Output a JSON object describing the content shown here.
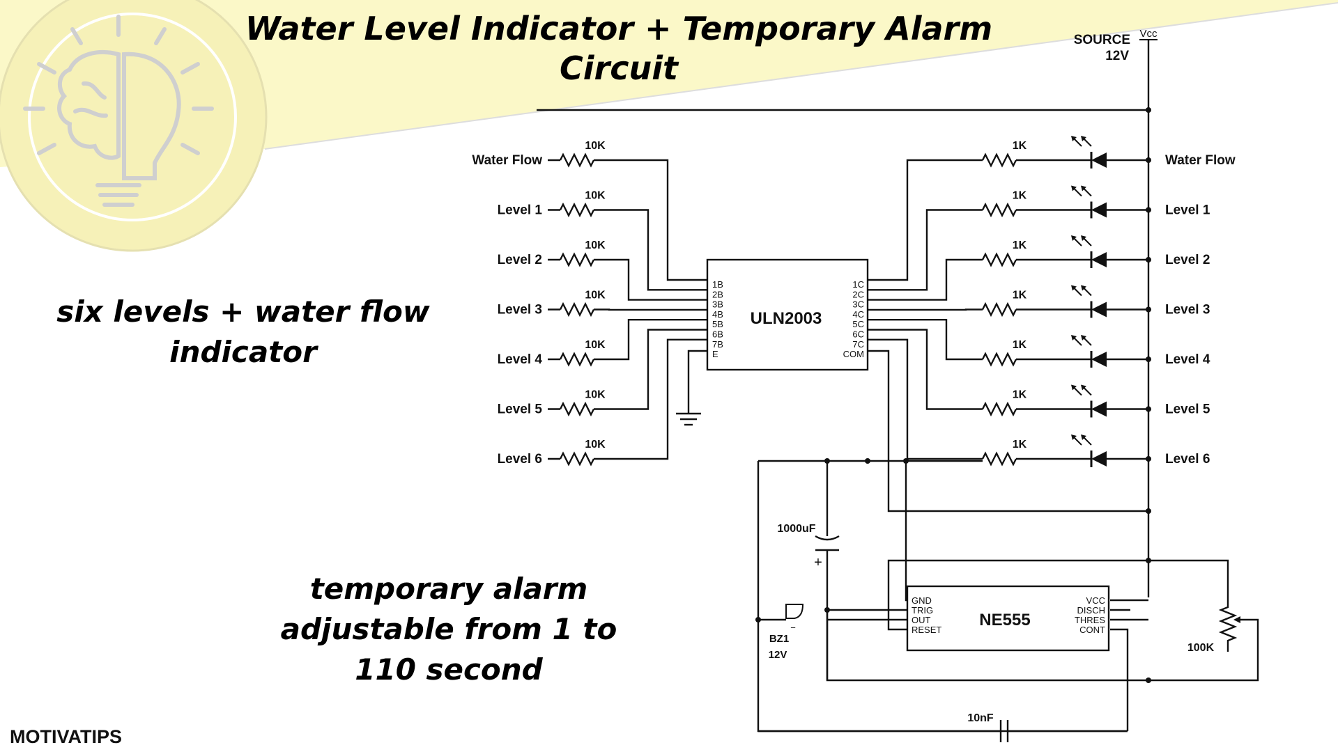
{
  "title": {
    "line1": "Water Level Indicator + Temporary Alarm",
    "line2": "Circuit"
  },
  "captions": {
    "levels_line1": "six levels + water flow",
    "levels_line2": "indicator",
    "alarm_line1": "temporary alarm",
    "alarm_line2": "adjustable from 1 to",
    "alarm_line3": "110 second"
  },
  "brand": "MOTIVATIPS",
  "source": {
    "label": "SOURCE",
    "voltage": "12V",
    "rail": "Vcc"
  },
  "uln2003": {
    "name": "ULN2003",
    "left_pins": [
      "1B",
      "2B",
      "3B",
      "4B",
      "5B",
      "6B",
      "7B",
      "E"
    ],
    "right_pins": [
      "1C",
      "2C",
      "3C",
      "4C",
      "5C",
      "6C",
      "7C",
      "COM"
    ]
  },
  "ne555": {
    "name": "NE555",
    "left_pins": [
      "GND",
      "TRIG",
      "OUT",
      "RESET"
    ],
    "right_pins": [
      "VCC",
      "DISCH",
      "THRES",
      "CONT"
    ]
  },
  "inputs": [
    {
      "label": "Water Flow",
      "resistor": "10K"
    },
    {
      "label": "Level 1",
      "resistor": "10K"
    },
    {
      "label": "Level 2",
      "resistor": "10K"
    },
    {
      "label": "Level 3",
      "resistor": "10K"
    },
    {
      "label": "Level 4",
      "resistor": "10K"
    },
    {
      "label": "Level 5",
      "resistor": "10K"
    },
    {
      "label": "Level 6",
      "resistor": "10K"
    }
  ],
  "outputs": [
    {
      "label": "Water Flow",
      "resistor": "1K"
    },
    {
      "label": "Level 1",
      "resistor": "1K"
    },
    {
      "label": "Level 2",
      "resistor": "1K"
    },
    {
      "label": "Level 3",
      "resistor": "1K"
    },
    {
      "label": "Level 4",
      "resistor": "1K"
    },
    {
      "label": "Level 5",
      "resistor": "1K"
    },
    {
      "label": "Level 6",
      "resistor": "1K"
    }
  ],
  "components": {
    "capacitor_main": "1000uF",
    "capacitor_cont": "10nF",
    "potentiometer": "100K",
    "buzzer_name": "BZ1",
    "buzzer_voltage": "12V",
    "cap_plus": "+",
    "buzzer_minus": "−"
  },
  "colors": {
    "banner": "#fbf8c8",
    "logo_circle": "#f6f1b8",
    "logo_line": "#cfcfcf",
    "ink": "#111111"
  }
}
